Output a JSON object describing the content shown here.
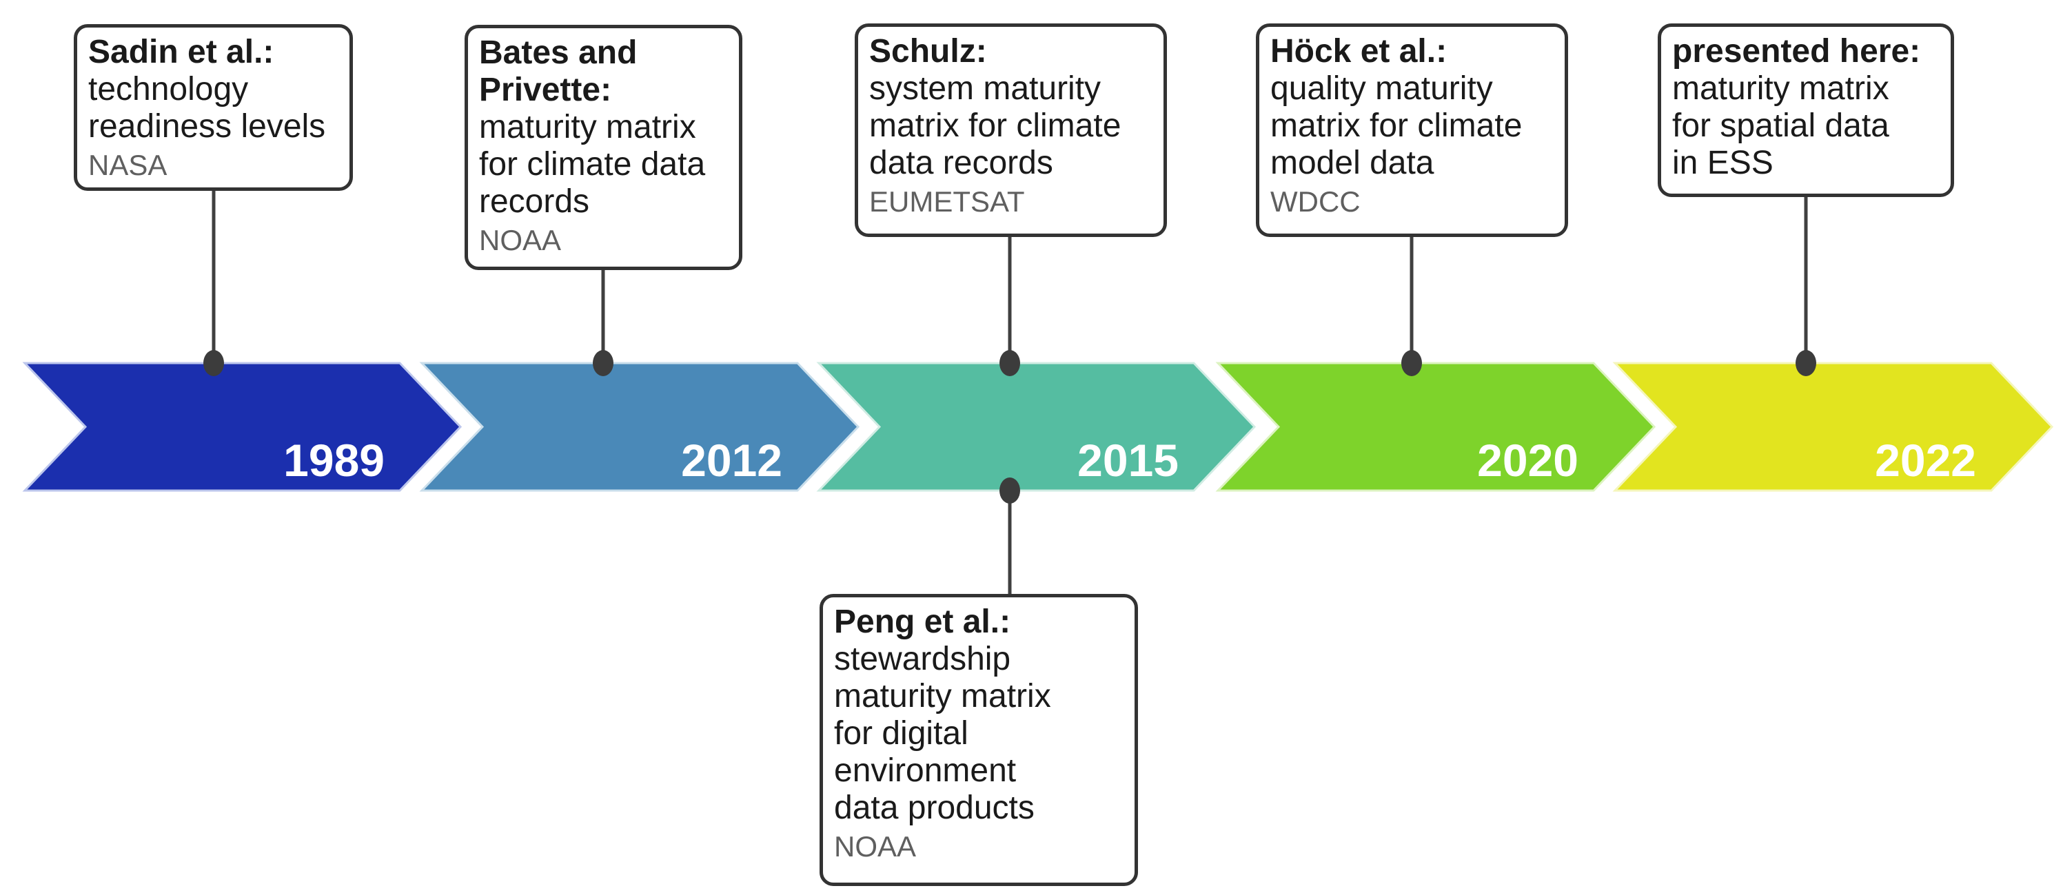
{
  "figure": {
    "type": "timeline-diagram",
    "background": "#ffffff",
    "connector_color": "#404040",
    "box_border_color": "#333333"
  },
  "timeline": {
    "arrows": [
      {
        "year": "1989",
        "color": "#1b2fae"
      },
      {
        "year": "2012",
        "color": "#4a89b8"
      },
      {
        "year": "2015",
        "color": "#55bda1"
      },
      {
        "year": "2020",
        "color": "#7ed32b"
      },
      {
        "year": "2022",
        "color": "#e2e41f"
      }
    ]
  },
  "callouts": [
    {
      "id": "sadin",
      "position": "above",
      "title_lines": [
        "Sadin et al.:"
      ],
      "body_lines": [
        "technology",
        "readiness levels"
      ],
      "org": "NASA"
    },
    {
      "id": "bates-privette",
      "position": "above",
      "title_lines": [
        "Bates and",
        "Privette:"
      ],
      "body_lines": [
        "maturity matrix",
        "for climate data",
        "records"
      ],
      "org": "NOAA"
    },
    {
      "id": "schulz",
      "position": "above",
      "title_lines": [
        "Schulz:"
      ],
      "body_lines": [
        "system maturity",
        "matrix for climate",
        "data records"
      ],
      "org": "EUMETSAT"
    },
    {
      "id": "hoeck",
      "position": "above",
      "title_lines": [
        "Höck et al.:"
      ],
      "body_lines": [
        "quality maturity",
        "matrix for climate",
        "model data"
      ],
      "org": "WDCC"
    },
    {
      "id": "presented-here",
      "position": "above",
      "title_lines": [
        "presented here:"
      ],
      "body_lines": [
        "maturity matrix",
        "for spatial data",
        "in ESS"
      ],
      "org": ""
    },
    {
      "id": "peng",
      "position": "below",
      "title_lines": [
        "Peng et al.:"
      ],
      "body_lines": [
        "stewardship",
        "maturity matrix",
        "for digital",
        "environment",
        "data products"
      ],
      "org": "NOAA"
    }
  ]
}
